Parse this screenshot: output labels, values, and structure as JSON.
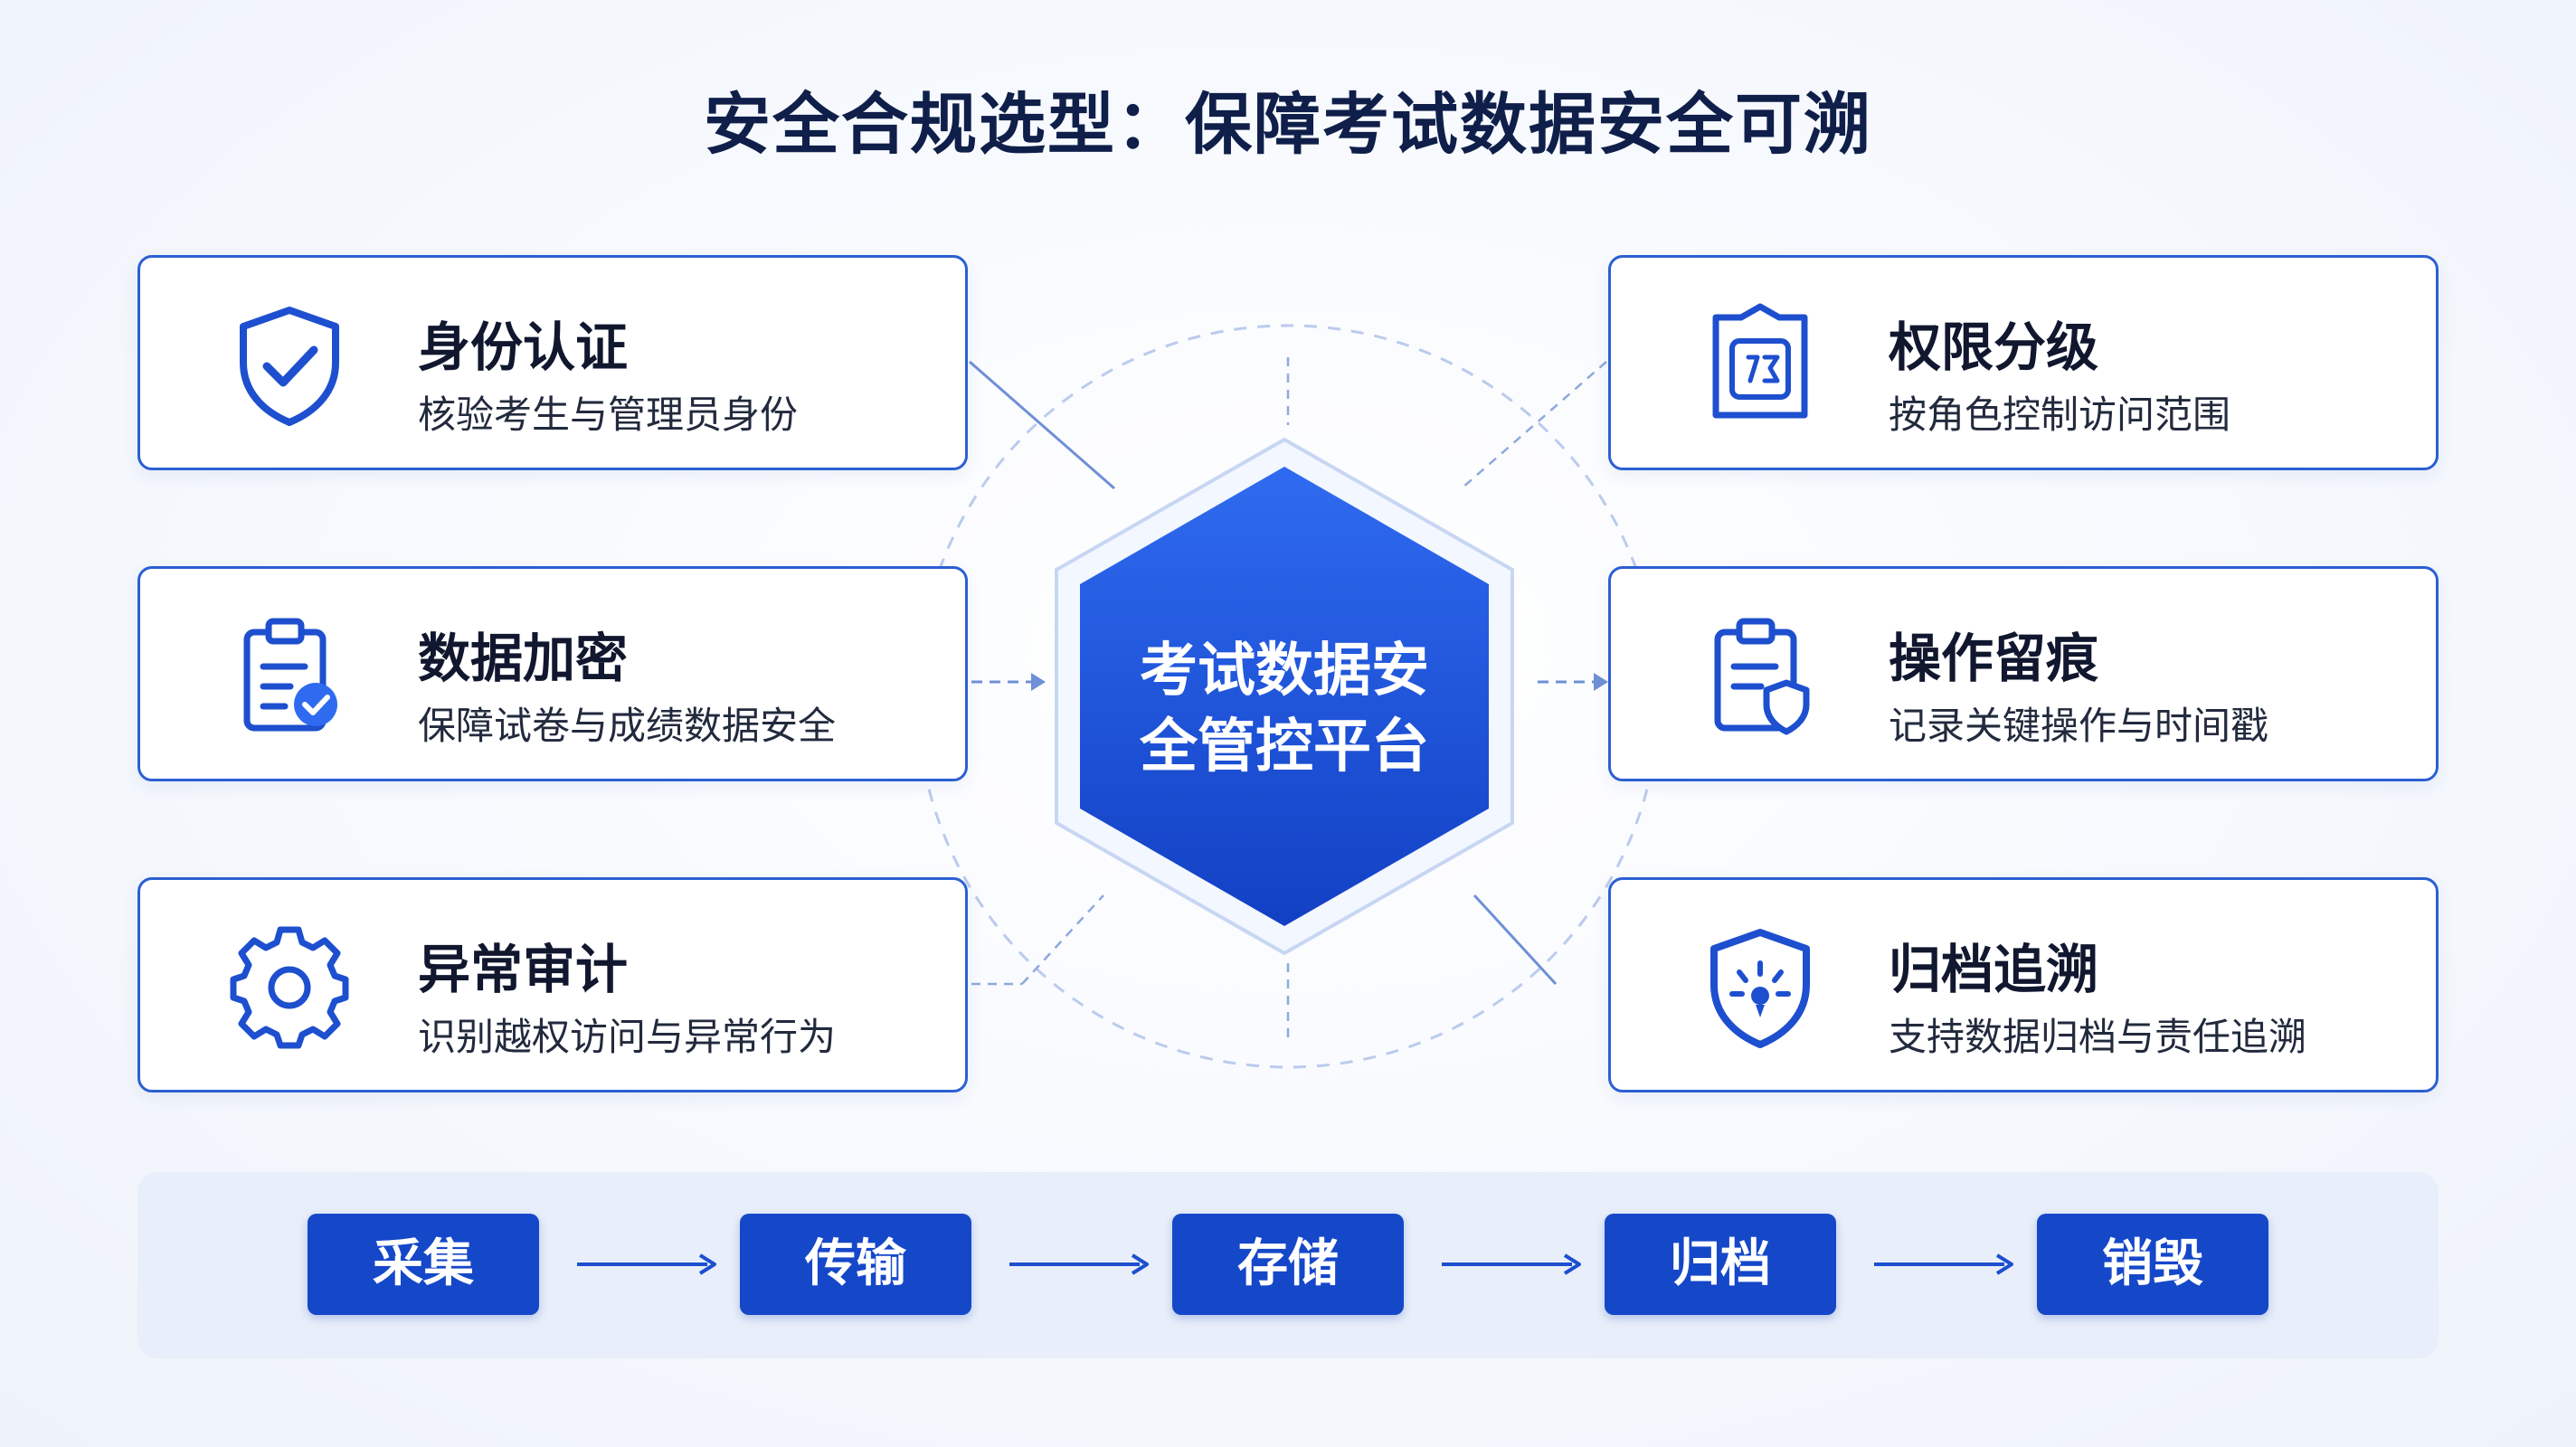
{
  "title": "安全合规选型：保障考试数据安全可溯",
  "center": {
    "line1": "考试数据安",
    "line2": "全管控平台"
  },
  "cards": [
    {
      "title": "身份认证",
      "desc": "核验考生与管理员身份",
      "icon": "shield-check-icon"
    },
    {
      "title": "数据加密",
      "desc": "保障试卷与成绩数据安全",
      "icon": "clipboard-check-icon"
    },
    {
      "title": "异常审计",
      "desc": "识别越权访问与异常行为",
      "icon": "gear-icon"
    },
    {
      "title": "权限分级",
      "desc": "按角色控制访问范围",
      "icon": "key-badge-icon"
    },
    {
      "title": "操作留痕",
      "desc": "记录关键操作与时间戳",
      "icon": "clipboard-shield-icon"
    },
    {
      "title": "归档追溯",
      "desc": "支持数据归档与责任追溯",
      "icon": "shield-sparkle-icon"
    }
  ],
  "flow": [
    "采集",
    "传输",
    "存储",
    "归档",
    "销毁"
  ],
  "colors": {
    "primary": "#1547c9",
    "accent": "#2b5fd3",
    "title": "#0f1f4a",
    "flow_bg": "#e8effa"
  }
}
